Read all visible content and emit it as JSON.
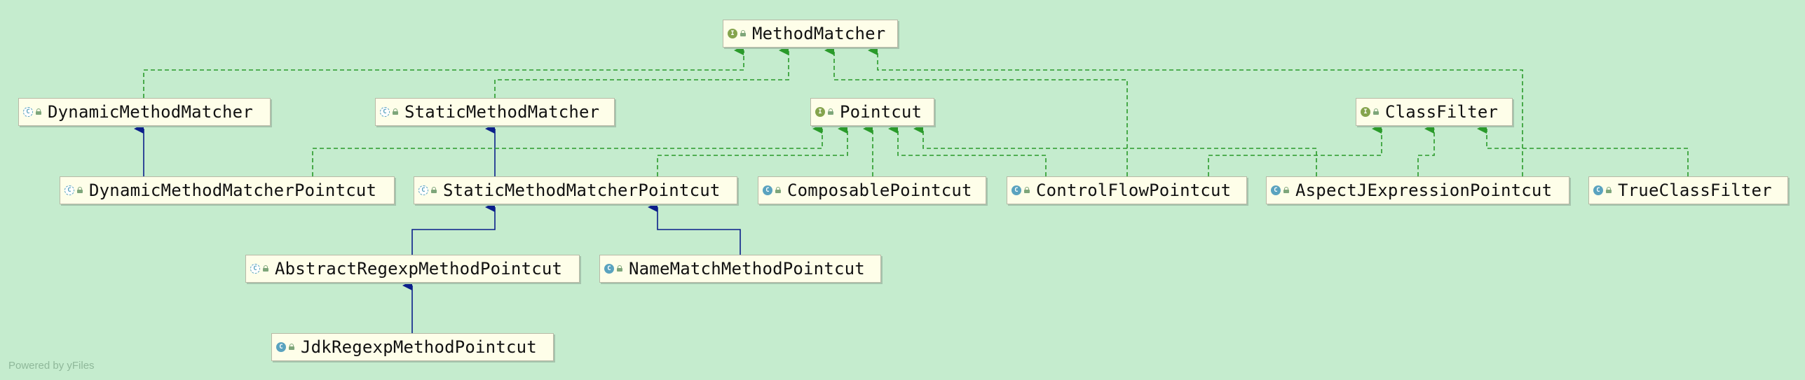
{
  "watermark": "Powered by yFiles",
  "colors": {
    "background": "#c5ecce",
    "implements_edge": "#2a9a2a",
    "extends_edge": "#0b1f8a",
    "node_fill": "#fefee9"
  },
  "legend_kinds": {
    "interface": "I",
    "class": "C"
  },
  "nodes": [
    {
      "id": "MethodMatcher",
      "label": "MethodMatcher",
      "kind": "interface"
    },
    {
      "id": "DynamicMethodMatcher",
      "label": "DynamicMethodMatcher",
      "kind": "abstract"
    },
    {
      "id": "StaticMethodMatcher",
      "label": "StaticMethodMatcher",
      "kind": "abstract"
    },
    {
      "id": "Pointcut",
      "label": "Pointcut",
      "kind": "interface"
    },
    {
      "id": "ClassFilter",
      "label": "ClassFilter",
      "kind": "interface"
    },
    {
      "id": "DynamicMethodMatcherPointcut",
      "label": "DynamicMethodMatcherPointcut",
      "kind": "abstract"
    },
    {
      "id": "StaticMethodMatcherPointcut",
      "label": "StaticMethodMatcherPointcut",
      "kind": "abstract"
    },
    {
      "id": "ComposablePointcut",
      "label": "ComposablePointcut",
      "kind": "class"
    },
    {
      "id": "ControlFlowPointcut",
      "label": "ControlFlowPointcut",
      "kind": "class"
    },
    {
      "id": "AspectJExpressionPointcut",
      "label": "AspectJExpressionPointcut",
      "kind": "class"
    },
    {
      "id": "TrueClassFilter",
      "label": "TrueClassFilter",
      "kind": "class"
    },
    {
      "id": "AbstractRegexpMethodPointcut",
      "label": "AbstractRegexpMethodPointcut",
      "kind": "abstract"
    },
    {
      "id": "NameMatchMethodPointcut",
      "label": "NameMatchMethodPointcut",
      "kind": "class"
    },
    {
      "id": "JdkRegexpMethodPointcut",
      "label": "JdkRegexpMethodPointcut",
      "kind": "class"
    }
  ],
  "edges": [
    {
      "from": "DynamicMethodMatcher",
      "to": "MethodMatcher",
      "type": "implements"
    },
    {
      "from": "StaticMethodMatcher",
      "to": "MethodMatcher",
      "type": "implements"
    },
    {
      "from": "ControlFlowPointcut",
      "to": "MethodMatcher",
      "type": "implements"
    },
    {
      "from": "AspectJExpressionPointcut",
      "to": "MethodMatcher",
      "type": "implements"
    },
    {
      "from": "DynamicMethodMatcherPointcut",
      "to": "DynamicMethodMatcher",
      "type": "extends"
    },
    {
      "from": "StaticMethodMatcherPointcut",
      "to": "StaticMethodMatcher",
      "type": "extends"
    },
    {
      "from": "DynamicMethodMatcherPointcut",
      "to": "Pointcut",
      "type": "implements"
    },
    {
      "from": "StaticMethodMatcherPointcut",
      "to": "Pointcut",
      "type": "implements"
    },
    {
      "from": "ComposablePointcut",
      "to": "Pointcut",
      "type": "implements"
    },
    {
      "from": "ControlFlowPointcut",
      "to": "Pointcut",
      "type": "implements"
    },
    {
      "from": "AspectJExpressionPointcut",
      "to": "Pointcut",
      "type": "implements"
    },
    {
      "from": "ControlFlowPointcut",
      "to": "ClassFilter",
      "type": "implements"
    },
    {
      "from": "AspectJExpressionPointcut",
      "to": "ClassFilter",
      "type": "implements"
    },
    {
      "from": "TrueClassFilter",
      "to": "ClassFilter",
      "type": "implements"
    },
    {
      "from": "AbstractRegexpMethodPointcut",
      "to": "StaticMethodMatcherPointcut",
      "type": "extends"
    },
    {
      "from": "NameMatchMethodPointcut",
      "to": "StaticMethodMatcherPointcut",
      "type": "extends"
    },
    {
      "from": "JdkRegexpMethodPointcut",
      "to": "AbstractRegexpMethodPointcut",
      "type": "extends"
    }
  ]
}
